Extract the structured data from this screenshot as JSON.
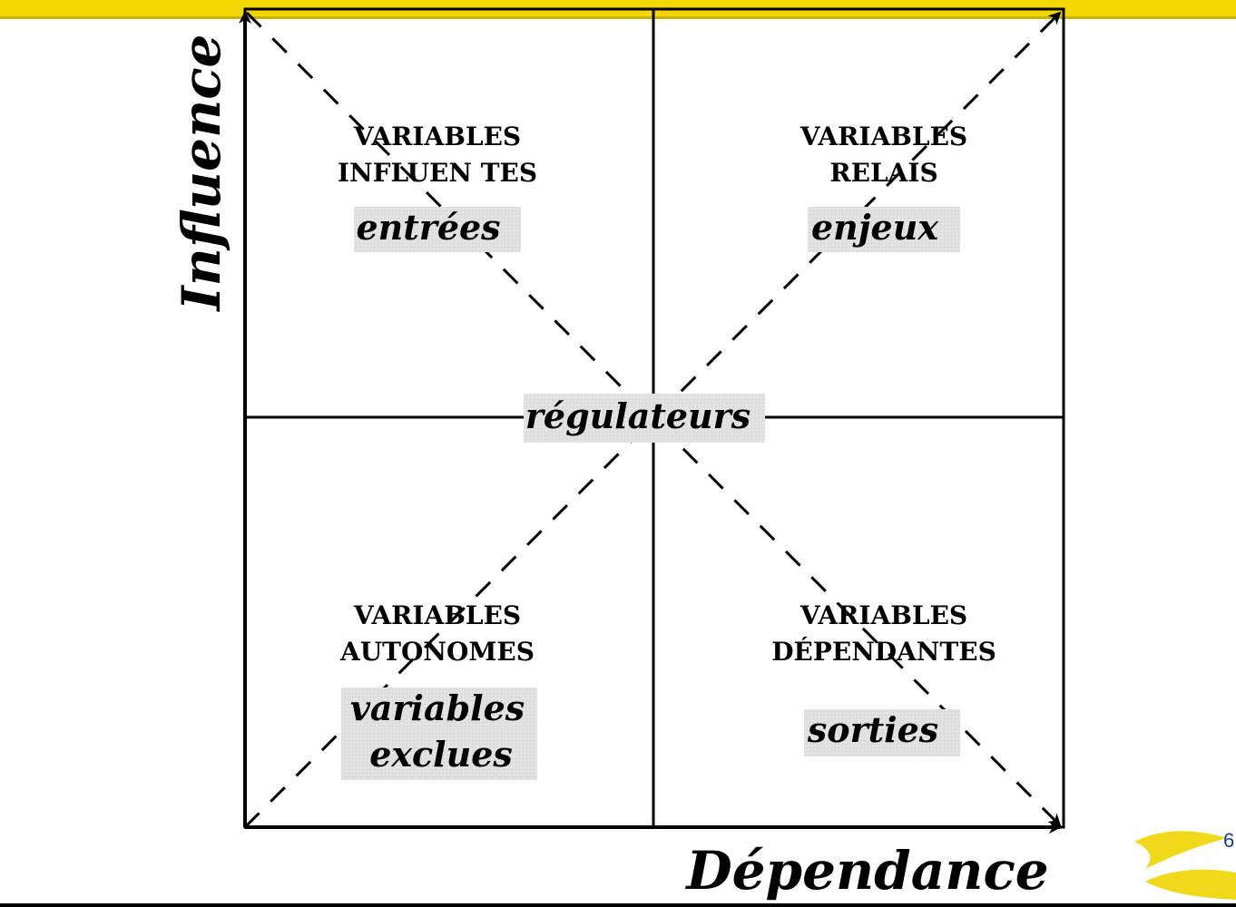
{
  "axes": {
    "y_label": "Influence",
    "x_label": "Dépendance"
  },
  "quadrants": {
    "top_left": {
      "title_line1": "VARIABLES",
      "title_line2": "INFLUEN TES",
      "role": "entrées"
    },
    "top_right": {
      "title_line1": "VARIABLES",
      "title_line2": "RELAIS",
      "role": "enjeux"
    },
    "bottom_left": {
      "title_line1": "VARIABLES",
      "title_line2": "AUTONOMES",
      "role_line1": "variables",
      "role_line2": "exclues"
    },
    "bottom_right": {
      "title_line1": "VARIABLES",
      "title_line2": "DÉPENDANTES",
      "role": "sorties"
    }
  },
  "center_label": "régulateurs",
  "page_number": "6",
  "colors": {
    "top_rule": "#f2d600",
    "label_box": "#e4e4e4",
    "line": "#000000",
    "logo": "#f0d81a"
  }
}
